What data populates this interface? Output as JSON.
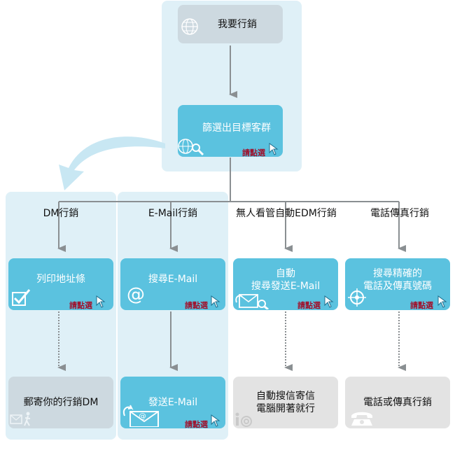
{
  "top": {
    "start": "我要行銷",
    "filter": "篩選出目標客群"
  },
  "click_label": "請點選",
  "columns": [
    {
      "header": "DM行銷",
      "action": "列印地址條",
      "result": "郵寄你的行銷DM"
    },
    {
      "header": "E-Mail行銷",
      "action": "搜尋E-Mail",
      "result": "發送E-Mail"
    },
    {
      "header": "無人看管自動EDM行銷",
      "action_line1": "自動",
      "action_line2": "搜尋發送E-Mail",
      "result_line1": "自動搜信寄信",
      "result_line2": "電腦開著就行"
    },
    {
      "header": "電話傳真行銷",
      "action_line1": "搜尋精確的",
      "action_line2": "電話及傳真號碼",
      "result": "電話或傳真行銷"
    }
  ],
  "colors": {
    "box_blue": "#5bc2df",
    "panel": "#dff0f7",
    "arrow": "#8a8f92",
    "click_text": "#a0102b"
  },
  "icons": [
    "globe-icon",
    "globe-search-icon",
    "cursor-icon",
    "checkmark-icon",
    "at-sign-icon",
    "envelope-search-icon",
    "crosshair-icon",
    "envelope-mail-icon",
    "walking-person-icon",
    "telephone-icon",
    "mouse-icon"
  ]
}
